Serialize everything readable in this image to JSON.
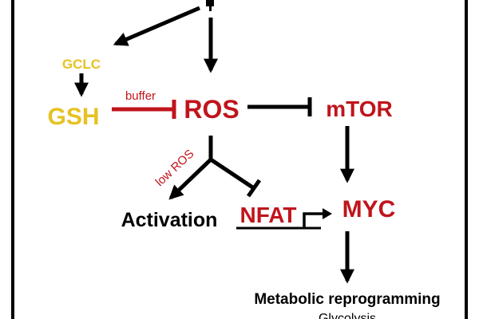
{
  "colors": {
    "red": "#c0141c",
    "yellow": "#e6c222",
    "black": "#000000"
  },
  "nodes": {
    "gclc": "GCLC",
    "gsh": "GSH",
    "ros": "ROS",
    "mtor": "mTOR",
    "nfat": "NFAT",
    "myc": "MYC",
    "activation": "Activation",
    "metabolic": "Metabolic reprogramming",
    "glycolysis": "Glycolysis"
  },
  "edge_labels": {
    "buffer": "buffer",
    "low_ros": "low ROS"
  }
}
